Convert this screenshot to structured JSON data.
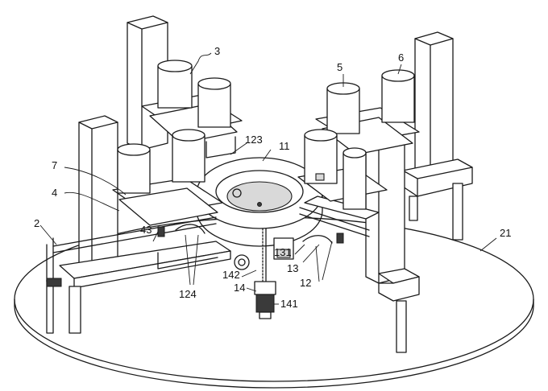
{
  "labels": {
    "l3": "3",
    "l5": "5",
    "l6": "6",
    "l123": "123",
    "l11": "11",
    "l7": "7",
    "l4": "4",
    "l2": "2",
    "l43": "43",
    "l21": "21",
    "l131": "131",
    "l13": "13",
    "l12": "12",
    "l124": "124",
    "l142": "142",
    "l14": "14",
    "l141": "141"
  }
}
